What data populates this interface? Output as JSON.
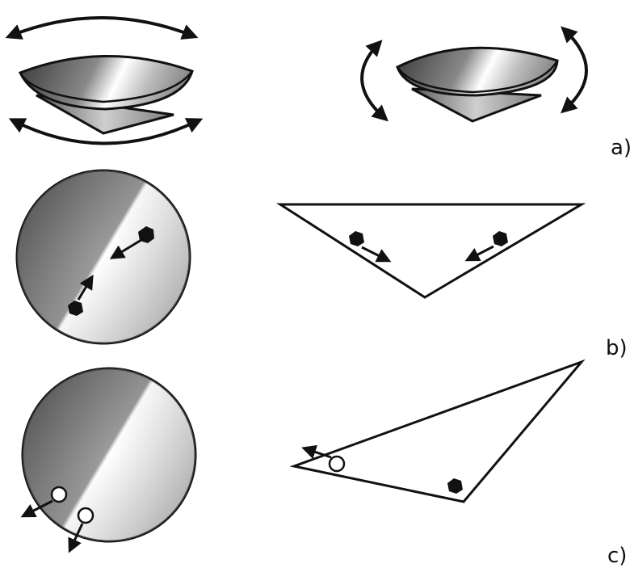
{
  "panel_labels": {
    "a": "a)",
    "b": "b)",
    "c": "c)"
  },
  "colors": {
    "stroke": "#111111",
    "particle_fill": "#111111",
    "particle_hollow": "#ffffff",
    "shade_dark": "#1a1a1a",
    "shade_light": "#ffffff"
  },
  "panels": [
    {
      "id": "a",
      "left": "cone-rotating-about-vertical-axis",
      "right": "cone-rocking-about-horizontal-axis"
    },
    {
      "id": "b",
      "left": "top-view-particles-moving-toward-center",
      "right": "cross-section-particles-moving-toward-apex"
    },
    {
      "id": "c",
      "left": "top-view-particles-moving-outward",
      "right": "tilted-cross-section-particle-escaping"
    }
  ]
}
